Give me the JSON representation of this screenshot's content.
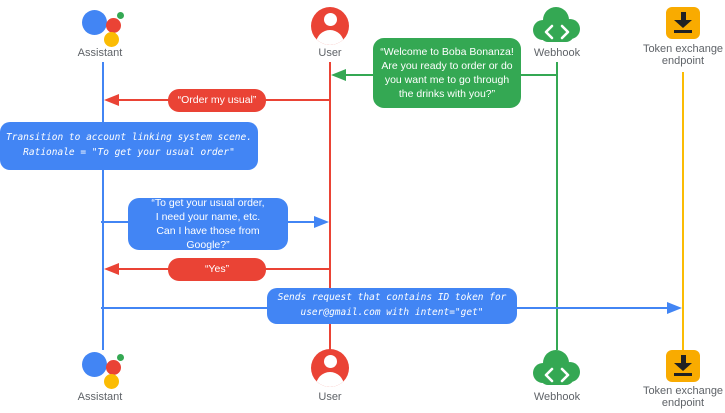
{
  "diagram_type": "sequence",
  "colors": {
    "blue": "#4285F4",
    "red": "#EA4335",
    "green": "#34A853",
    "yellow_icon": "#F9AB00",
    "yellow_line": "#FBBC04",
    "label_gray": "#5F6368"
  },
  "actors": {
    "assistant": {
      "label": "Assistant",
      "icon": "google-assistant-logo"
    },
    "user": {
      "label": "User",
      "icon": "person-icon"
    },
    "webhook": {
      "label": "Webhook",
      "icon": "cloud-code-icon"
    },
    "token_endpoint": {
      "label": "Token exchange endpoint",
      "icon": "token-download-icon"
    }
  },
  "messages": {
    "welcome": {
      "from": "Webhook",
      "to": "User",
      "kind": "speech",
      "text": "“Welcome to Boba Bonanza!\nAre you ready to order or do\nyou want me to go through\nthe drinks with you?”"
    },
    "order_usual": {
      "from": "User",
      "to": "Assistant",
      "kind": "speech",
      "text": "“Order my usual”"
    },
    "transition": {
      "actor": "Assistant",
      "kind": "system",
      "text": "Transition to account linking system scene.\nRationale = \"To get your usual order\""
    },
    "ask_info": {
      "from": "Assistant",
      "to": "User",
      "kind": "speech",
      "text": "“To get your usual order,\nI need your name, etc.\nCan I have those from Google?”"
    },
    "yes": {
      "from": "User",
      "to": "Assistant",
      "kind": "speech",
      "text": "“Yes”"
    },
    "send_request": {
      "from": "Assistant",
      "to": "Token exchange endpoint",
      "kind": "system",
      "text": "Sends request that contains ID token for\nuser@gmail.com with intent=\"get\""
    }
  }
}
